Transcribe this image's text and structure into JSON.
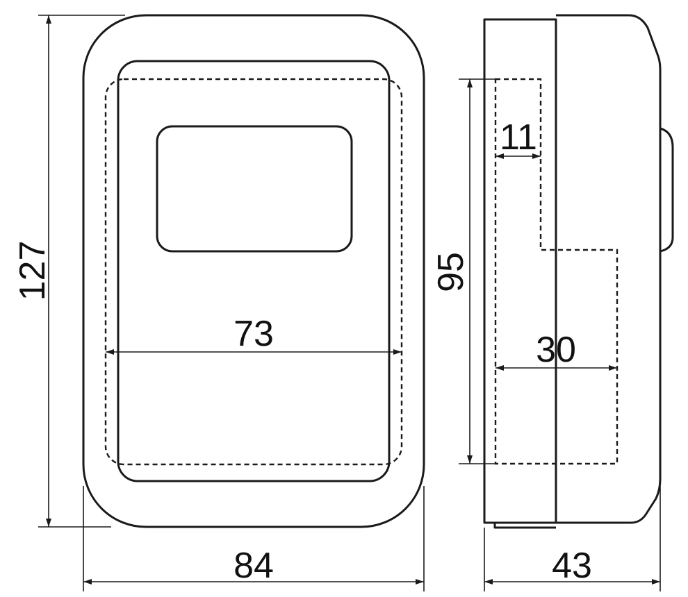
{
  "dimensions": {
    "overall_height": "127",
    "overall_width": "84",
    "inner_width": "73",
    "side_height": "95",
    "depth": "43",
    "small_depth": "11",
    "inner_depth": "30"
  }
}
